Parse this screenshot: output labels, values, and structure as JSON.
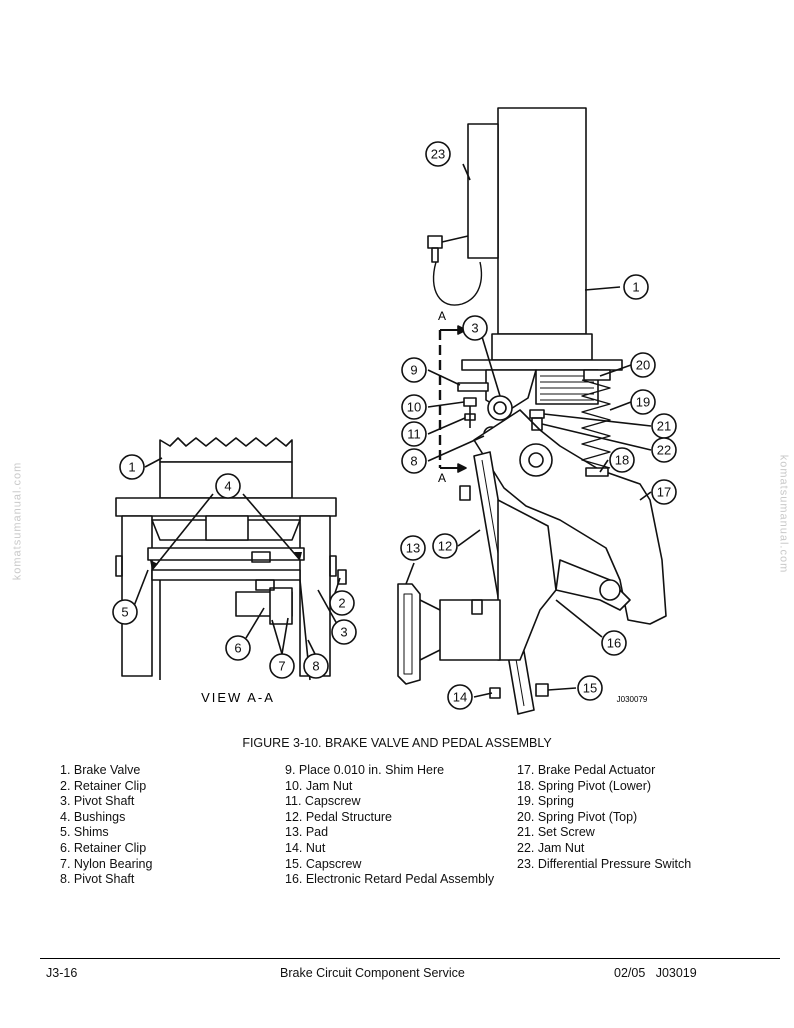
{
  "figure": {
    "callouts": {
      "c23": "23",
      "c1": "1",
      "c3": "3",
      "c9": "9",
      "c10": "10",
      "c11": "11",
      "c8": "8",
      "c20": "20",
      "c19": "19",
      "c21": "21",
      "c22": "22",
      "c18": "18",
      "c17": "17",
      "c12": "12",
      "c13": "13",
      "c16": "16",
      "c14": "14",
      "c15": "15",
      "v1": "1",
      "v4": "4",
      "v5": "5",
      "v2": "2",
      "v3": "3",
      "v6": "6",
      "v7": "7",
      "v8": "8"
    },
    "section_letter_top": "A",
    "section_letter_bottom": "A",
    "view_label": "VIEW A-A",
    "drawing_number": "J030079"
  },
  "caption": "FIGURE 3-10. BRAKE VALVE AND PEDAL ASSEMBLY",
  "parts_columns": [
    [
      "1. Brake Valve",
      "2. Retainer Clip",
      "3. Pivot Shaft",
      "4. Bushings",
      "5. Shims",
      "6. Retainer Clip",
      "7. Nylon Bearing",
      "8. Pivot Shaft"
    ],
    [
      "9. Place 0.010 in. Shim Here",
      "10. Jam Nut",
      "11. Capscrew",
      "12. Pedal Structure",
      "13. Pad",
      "14. Nut",
      "15. Capscrew",
      "16. Electronic Retard Pedal Assembly"
    ],
    [
      "17. Brake Pedal Actuator",
      "18. Spring Pivot (Lower)",
      "19. Spring",
      "20. Spring Pivot (Top)",
      "21. Set Screw",
      "22. Jam Nut",
      "23. Differential Pressure Switch"
    ]
  ],
  "watermark": "komatsumanual.com",
  "footer": {
    "left": "J3-16",
    "center": "Brake Circuit Component Service",
    "right": "02/05   J03019"
  }
}
